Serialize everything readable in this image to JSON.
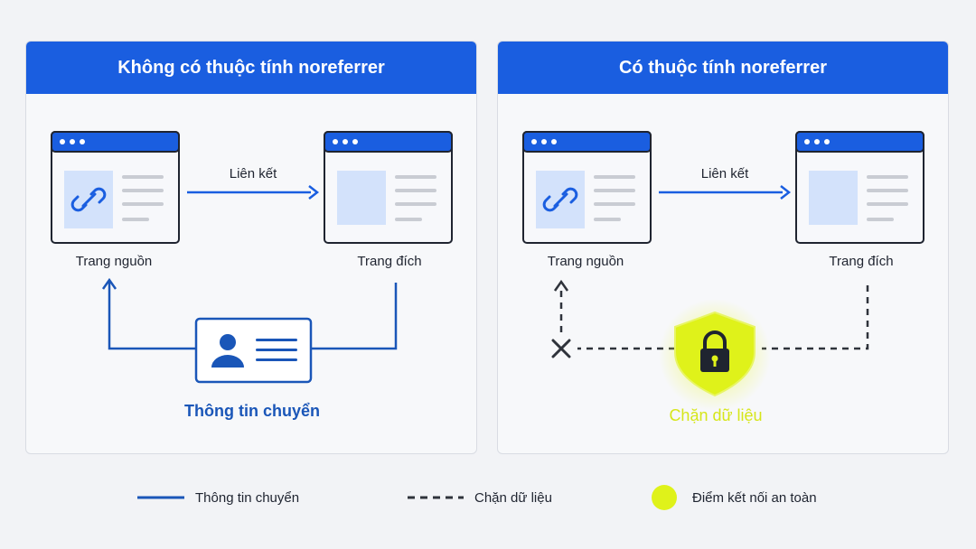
{
  "panels": {
    "left": {
      "title": "Không có thuộc tính noreferrer",
      "source_label": "Trang nguồn",
      "dest_label": "Trang đích",
      "link_label": "Liên kết",
      "info_label": "Thông tin chuyển"
    },
    "right": {
      "title": "Có thuộc tính noreferrer",
      "source_label": "Trang nguồn",
      "dest_label": "Trang đích",
      "link_label": "Liên kết",
      "block_label": "Chặn dữ liệu"
    }
  },
  "legend": [
    {
      "icon": "solid-line",
      "label": "Thông tin chuyển"
    },
    {
      "icon": "dashed-line",
      "label": "Chặn dữ liệu"
    },
    {
      "icon": "yellow-dot",
      "label": "Điểm kết nối an toàn"
    }
  ],
  "colors": {
    "primary_blue": "#1a5ee0",
    "dark_dash": "#2f333b",
    "safe_yellow": "#dff21a"
  },
  "icons": [
    "link-icon",
    "user-card-icon",
    "lock-icon",
    "shield-icon",
    "blocked-x-icon"
  ]
}
